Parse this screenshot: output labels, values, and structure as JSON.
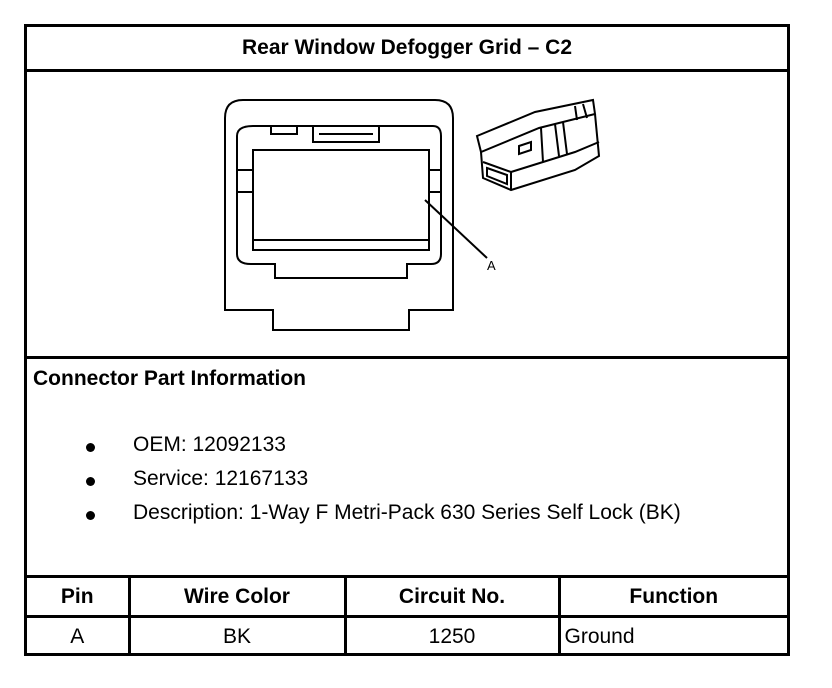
{
  "title": "Rear Window Defogger Grid – C2",
  "figure": {
    "callout_label": "A",
    "images": [
      "connector-face-icon",
      "connector-body-icon"
    ]
  },
  "connector_info": {
    "heading": "Connector Part Information",
    "items": [
      "OEM: 12092133",
      "Service: 12167133",
      "Description: 1-Way F Metri-Pack 630 Series Self Lock (BK)"
    ]
  },
  "pin_table": {
    "headers": [
      "Pin",
      "Wire Color",
      "Circuit No.",
      "Function"
    ],
    "rows": [
      [
        "A",
        "BK",
        "1250",
        "Ground"
      ]
    ]
  }
}
